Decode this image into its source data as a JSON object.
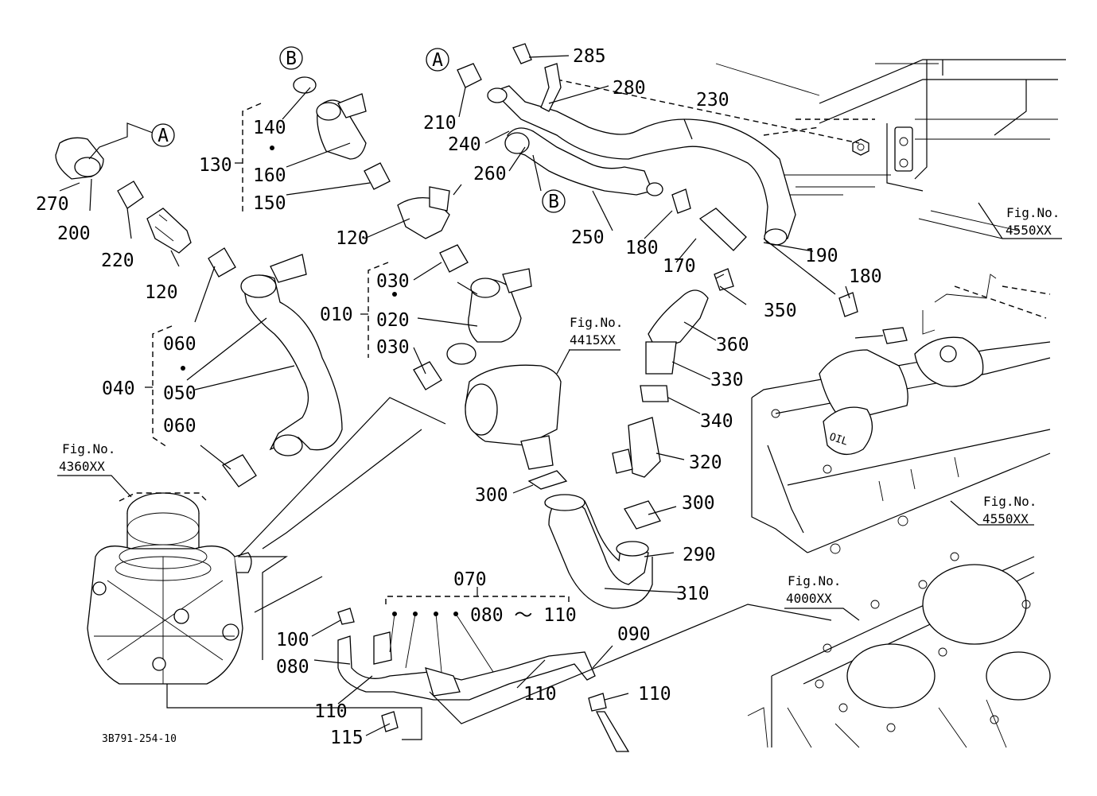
{
  "drawing_id": "3B791-254-10",
  "callouts": {
    "p270": "270",
    "p200": "200",
    "p220": "220",
    "p120a": "120",
    "p060a": "060",
    "p040": "040",
    "p050": "050",
    "p060b": "060",
    "p140": "140",
    "p130": "130",
    "p160": "160",
    "p150": "150",
    "p120b": "120",
    "p030a": "030",
    "p010": "010",
    "p020": "020",
    "p030b": "030",
    "p285": "285",
    "p280": "280",
    "p210": "210",
    "p240": "240",
    "p260": "260",
    "p230": "230",
    "p250": "250",
    "p180a": "180",
    "p170": "170",
    "p190": "190",
    "p180b": "180",
    "p350": "350",
    "p360": "360",
    "p330": "330",
    "p340": "340",
    "p320": "320",
    "p300a": "300",
    "p300b": "300",
    "p290": "290",
    "p310": "310",
    "p070": "070",
    "p080_110": "080 ～ 110",
    "p100": "100",
    "p080": "080",
    "p090": "090",
    "p110a": "110",
    "p110b": "110",
    "p110c": "110",
    "p115": "115"
  },
  "markers": {
    "a1": "A",
    "a2": "A",
    "b1": "B",
    "b2": "B"
  },
  "figure_refs": {
    "f4360_t": "Fig.No.",
    "f4360_n": "4360XX",
    "f4415_t": "Fig.No.",
    "f4415_n": "4415XX",
    "f4550a_t": "Fig.No.",
    "f4550a_n": "4550XX",
    "f4550b_t": "Fig.No.",
    "f4550b_n": "4550XX",
    "f4000_t": "Fig.No.",
    "f4000_n": "4000XX"
  },
  "valve_label": "110"
}
